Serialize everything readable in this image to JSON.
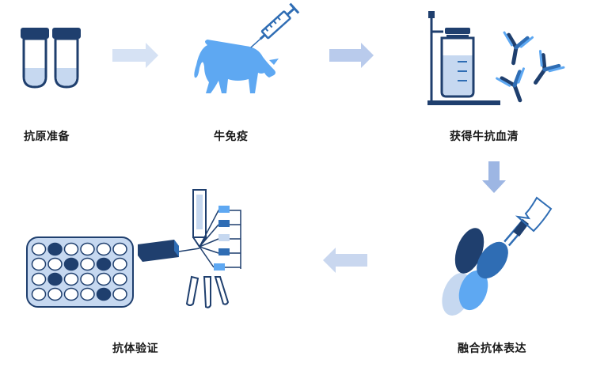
{
  "steps": [
    {
      "label": "抗原准备"
    },
    {
      "label": "牛免疫"
    },
    {
      "label": "获得牛抗血清"
    },
    {
      "label": "融合抗体表达"
    },
    {
      "label": "抗体验证"
    }
  ],
  "colors": {
    "navy": "#1f3f6e",
    "royal": "#2f6db4",
    "sky": "#5ea8f2",
    "light": "#c6d8f0",
    "pale_arrow": "#c9d7ef",
    "mid_arrow": "#9db6e3"
  },
  "icons": [
    "vial-icon",
    "cow-icon",
    "syringe-icon",
    "flask-stand-icon",
    "antibody-icon",
    "fusion-antibody-icon",
    "well-plate-icon",
    "chromatography-icon",
    "arrow-right-icon",
    "arrow-down-icon",
    "arrow-left-icon"
  ]
}
